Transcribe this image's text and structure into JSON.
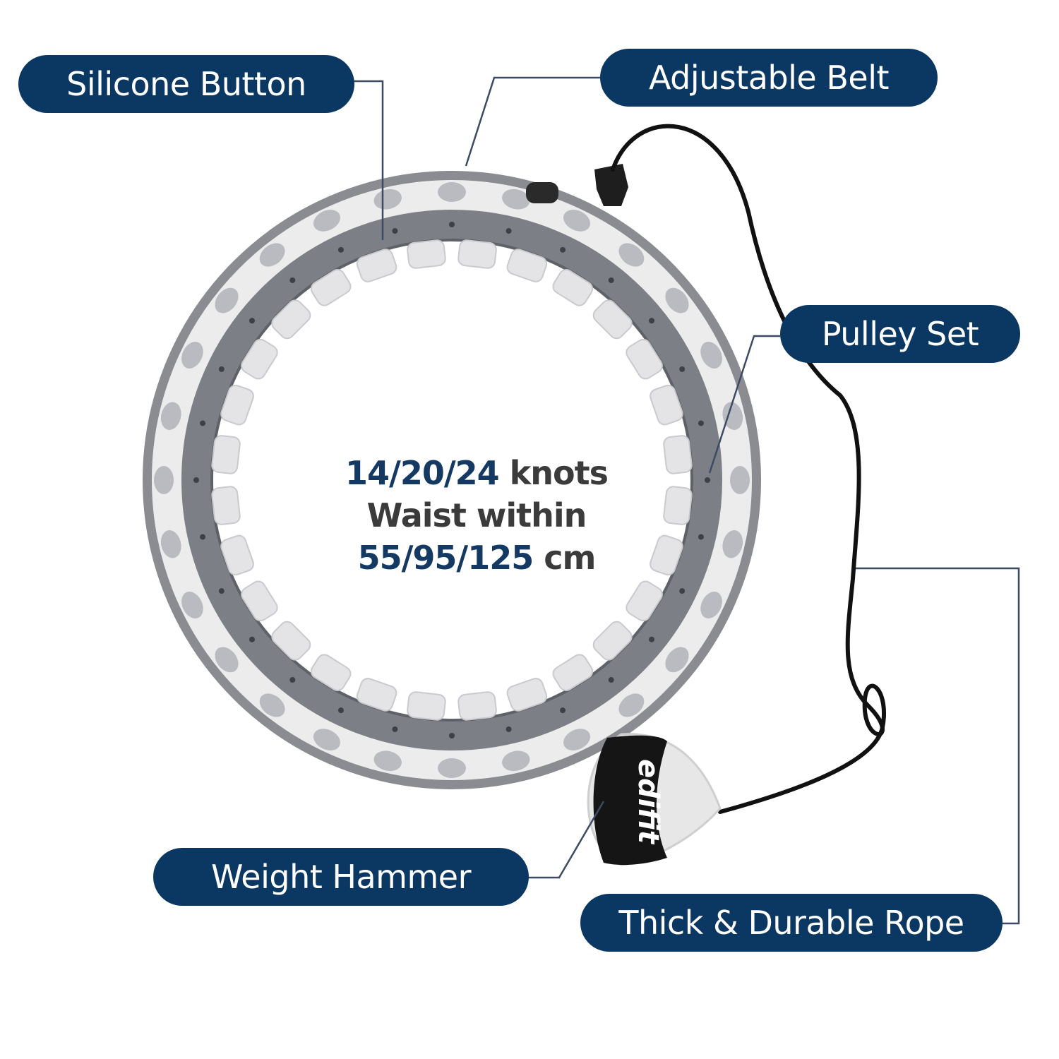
{
  "colors": {
    "label_bg": "#0b3763",
    "label_text": "#ffffff",
    "highlight": "#143a63",
    "body_text": "#3b3b3b",
    "leader_line": "#3c4b63",
    "hoop_dark": "#7d7f86",
    "hoop_light": "#ececec",
    "rope": "#111111"
  },
  "labels": {
    "silicone_button": "Silicone Button",
    "adjustable_belt": "Adjustable Belt",
    "pulley_set": "Pulley Set",
    "weight_hammer": "Weight Hammer",
    "thick_rope": "Thick & Durable Rope"
  },
  "specs": {
    "knots_value": "14/20/24",
    "knots_unit": " knots",
    "waist_label": "Waist within",
    "waist_value": "55/95/125",
    "waist_unit": " cm"
  },
  "brand": "edifit"
}
